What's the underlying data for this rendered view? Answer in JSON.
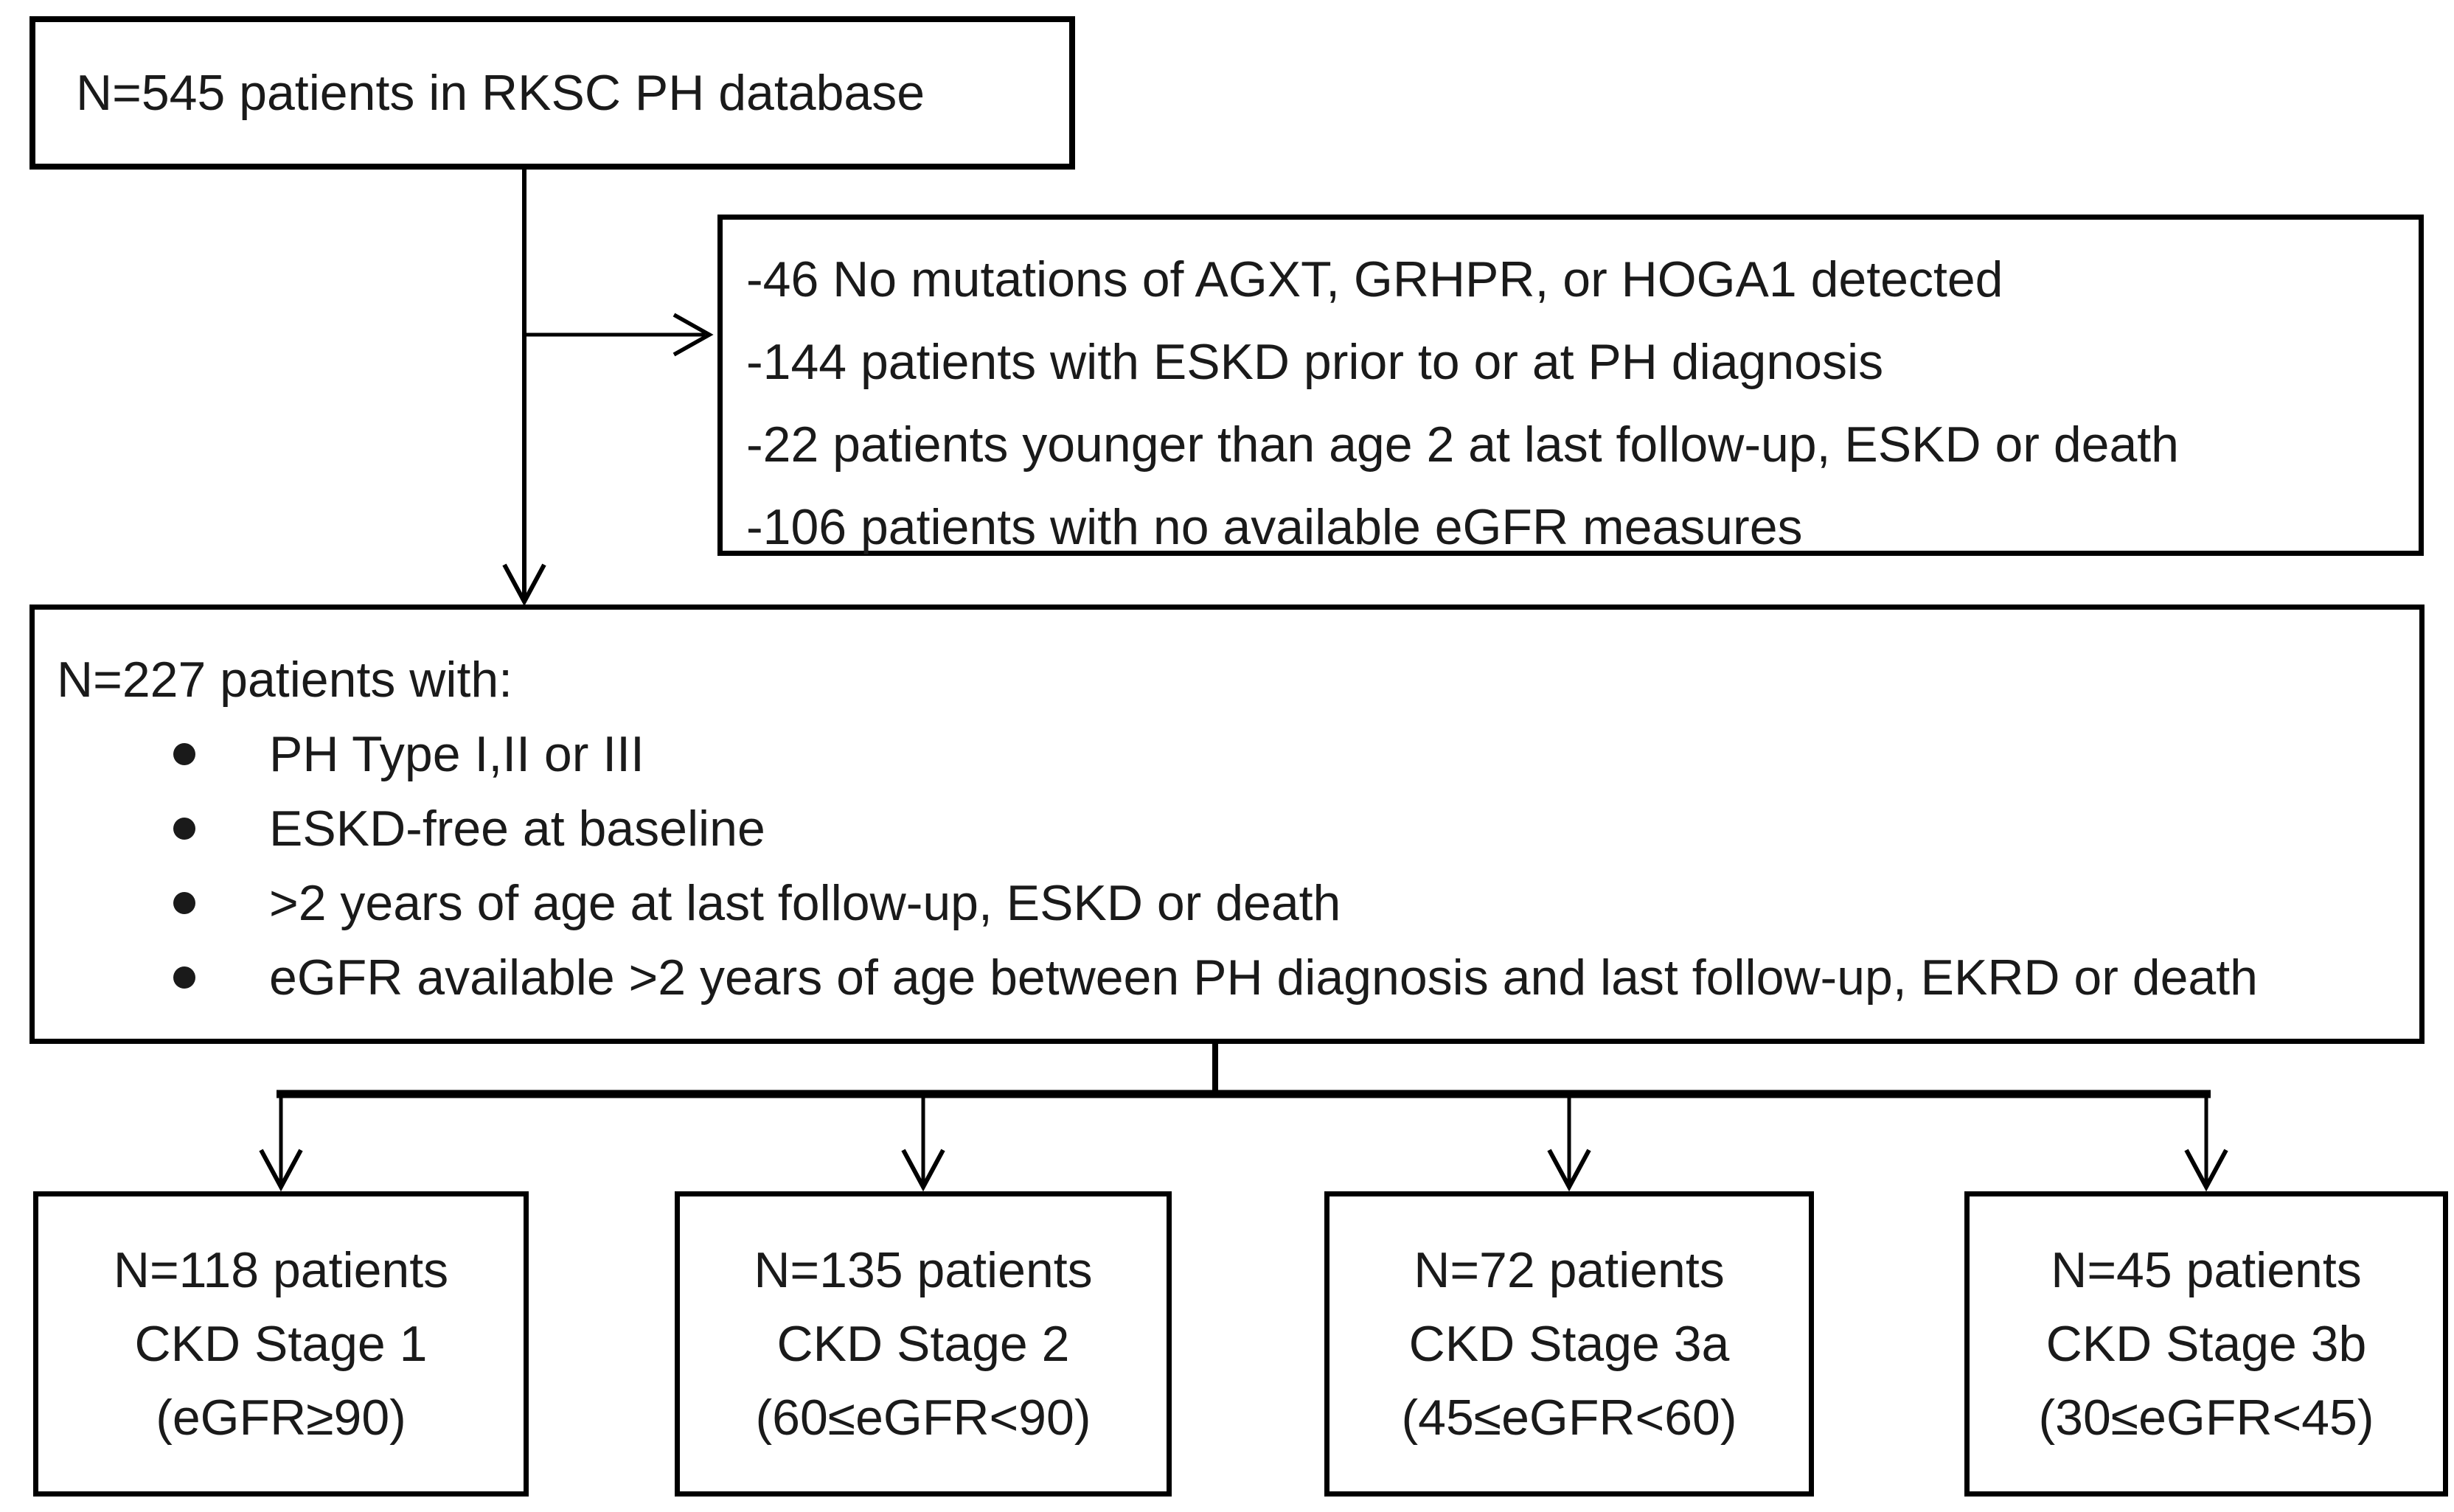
{
  "flowchart": {
    "source_box": "N=545 patients in RKSC PH database",
    "exclusion_box": {
      "lines": [
        "-46 No mutations of AGXT, GRHPR, or HOGA1 detected",
        "-144 patients with ESKD prior to or at PH diagnosis",
        "-22 patients younger than age 2 at last follow-up, ESKD or death",
        "-106 patients with no available eGFR measures"
      ]
    },
    "inclusion_box": {
      "title": "N=227 patients with:",
      "bullets": [
        "PH Type I,II or III",
        "ESKD-free at baseline",
        ">2 years of age at last follow-up, ESKD or death",
        "eGFR available >2 years of age between PH diagnosis and last follow-up, EKRD or death"
      ]
    },
    "outcome_boxes": [
      {
        "count": "N=118 patients",
        "stage": "CKD Stage 1",
        "egfr_range": "(eGFR≥90)"
      },
      {
        "count": "N=135 patients",
        "stage": "CKD Stage 2",
        "egfr_range": "(60≤eGFR<90)"
      },
      {
        "count": "N=72 patients",
        "stage": "CKD Stage 3a",
        "egfr_range": "(45≤eGFR<60)"
      },
      {
        "count": "N=45 patients",
        "stage": "CKD Stage 3b",
        "egfr_range": "(30≤eGFR<45)"
      }
    ],
    "colors": {
      "border": "#000000",
      "text": "#1a1a1a",
      "background": "#ffffff",
      "connector": "#000000"
    }
  }
}
